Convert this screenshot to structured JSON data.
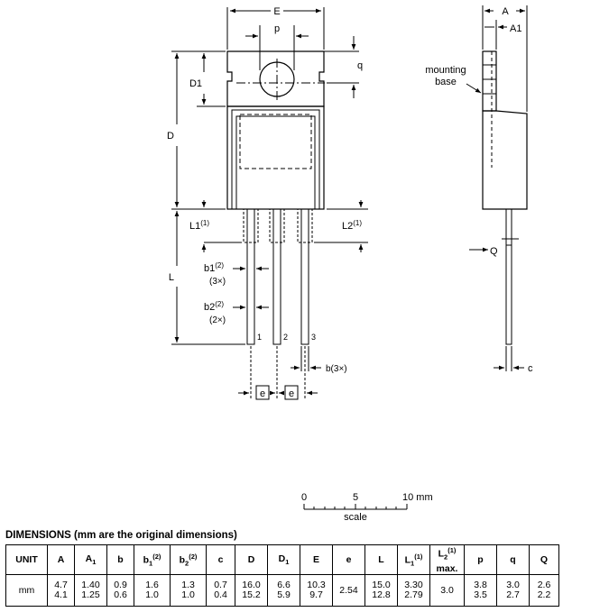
{
  "drawing": {
    "front": {
      "dim_E": "E",
      "dim_p": "p",
      "dim_q": "q",
      "dim_D": "D",
      "dim_D1": "D1",
      "dim_L": "L",
      "dim_L1": "L1",
      "dim_L1_note": "(1)",
      "dim_L2": "L2",
      "dim_L2_note": "(1)",
      "dim_b1": "b1",
      "dim_b1_note": "(2)",
      "dim_b1_count": "(3×)",
      "dim_b2": "b2",
      "dim_b2_note": "(2)",
      "dim_b2_count": "(2×)",
      "dim_b": "b(3×)",
      "dim_e": "e",
      "pins": [
        "1",
        "2",
        "3"
      ]
    },
    "side": {
      "dim_A": "A",
      "dim_A1": "A1",
      "dim_Q": "Q",
      "dim_c": "c",
      "mounting_line1": "mounting",
      "mounting_line2": "base"
    },
    "scale": {
      "tick_0": "0",
      "tick_5": "5",
      "tick_10": "10 mm",
      "label": "scale"
    }
  },
  "dimensions": {
    "title": "DIMENSIONS (mm are the original dimensions)",
    "headers": [
      "UNIT",
      "A",
      "A",
      "b",
      "b",
      "b",
      "c",
      "D",
      "D",
      "E",
      "e",
      "L",
      "L",
      "L",
      "p",
      "q",
      "Q"
    ],
    "header_subs": [
      "",
      "",
      "1",
      "",
      "1",
      "2",
      "",
      "",
      "1",
      "",
      "",
      "",
      "1",
      "2",
      "",
      "",
      ""
    ],
    "header_sups": [
      "",
      "",
      "",
      "",
      "(2)",
      "(2)",
      "",
      "",
      "",
      "",
      "",
      "",
      "(1)",
      "(1)",
      "",
      "",
      ""
    ],
    "header_max": "max.",
    "unit": "mm",
    "max_row": [
      "4.7",
      "1.40",
      "0.9",
      "1.6",
      "1.3",
      "0.7",
      "16.0",
      "6.6",
      "10.3",
      "",
      "15.0",
      "3.30",
      "",
      "3.8",
      "3.0",
      "2.6"
    ],
    "min_row": [
      "4.1",
      "1.25",
      "0.6",
      "1.0",
      "1.0",
      "0.4",
      "15.2",
      "5.9",
      "9.7",
      "",
      "12.8",
      "2.79",
      "",
      "3.5",
      "2.7",
      "2.2"
    ],
    "e_value": "2.54",
    "L2_value": "3.0"
  }
}
